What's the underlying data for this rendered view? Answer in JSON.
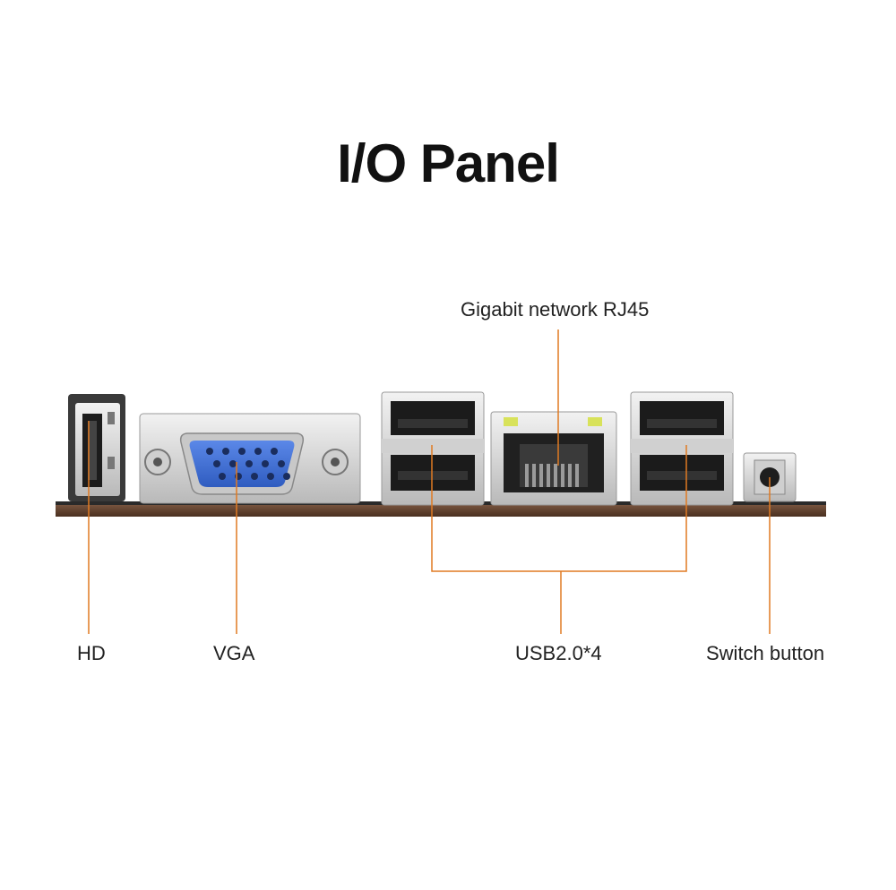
{
  "title": "I/O Panel",
  "labels": {
    "hd": "HD",
    "vga": "VGA",
    "rj45": "Gigabit network RJ45",
    "usb": "USB2.0*4",
    "switch": "Switch button"
  },
  "colors": {
    "leader_line": "#e07a22",
    "pcb": "#6b4a36",
    "metal": "#d9d9d9",
    "vga_blue": "#3f6fd6"
  }
}
